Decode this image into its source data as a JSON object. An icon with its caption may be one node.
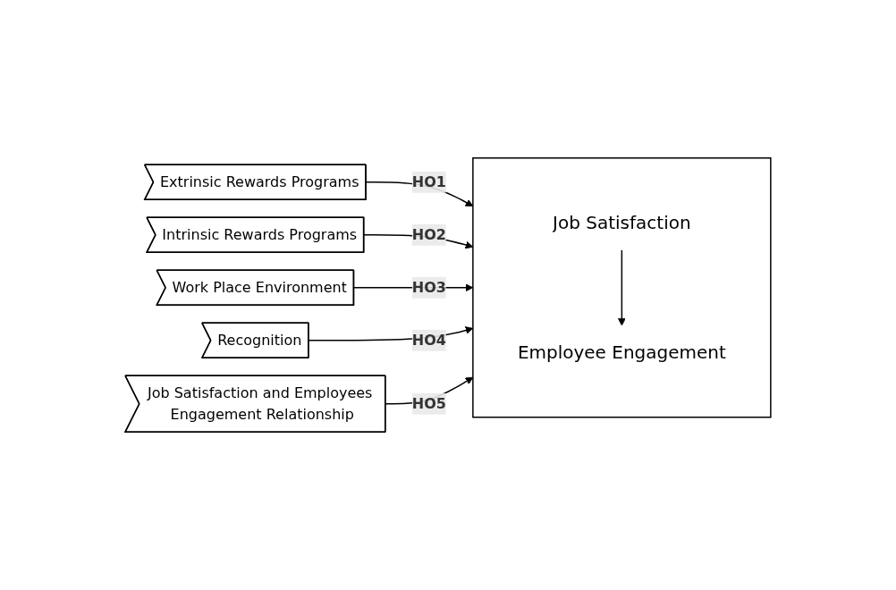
{
  "diagram": {
    "nodes": [
      {
        "text": [
          "Extrinsic Rewards Programs"
        ]
      },
      {
        "text": [
          "Intrinsic Rewards Programs"
        ]
      },
      {
        "text": [
          "Work Place Environment"
        ]
      },
      {
        "text": [
          "Recognition"
        ]
      },
      {
        "text": [
          "Job Satisfaction and Employees Engagement Relationship"
        ]
      },
      {
        "text": [],
        "shape": "box"
      },
      {
        "text": [
          "Job Satisfaction"
        ],
        "in": 5
      },
      {
        "text": [
          "Employee Engagement"
        ],
        "in": 5
      }
    ],
    "edges": [
      {
        "from": 0,
        "to": 5,
        "arrow": "to",
        "label": "HO1"
      },
      {
        "from": 1,
        "to": 5,
        "arrow": "to",
        "label": "HO2"
      },
      {
        "from": 2,
        "to": 5,
        "arrow": "to",
        "label": "HO3"
      },
      {
        "from": 3,
        "to": 5,
        "arrow": "to",
        "label": "HO4"
      },
      {
        "from": 4,
        "to": 5,
        "arrow": "to",
        "label": "HO5"
      },
      {
        "from": 6,
        "to": 7,
        "arrow": "to"
      }
    ]
  }
}
